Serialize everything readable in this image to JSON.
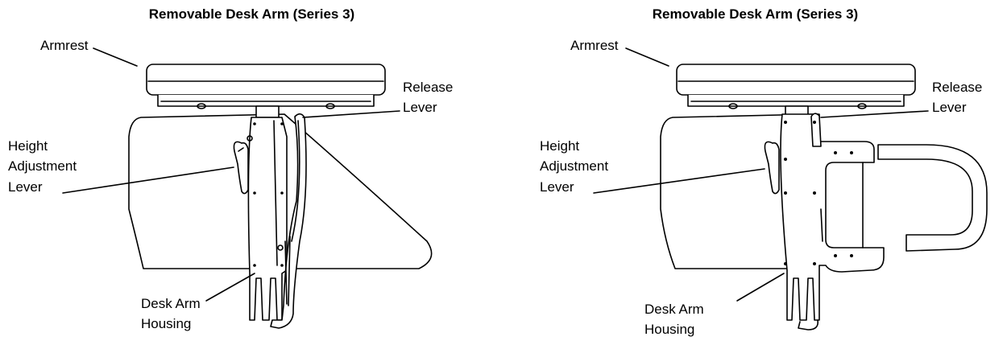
{
  "panels": [
    {
      "title": "Removable Desk Arm (Series 3)",
      "labels": {
        "armrest": "Armrest",
        "release_1": "Release",
        "release_2": "Lever",
        "height_1": "Height",
        "height_2": "Adjustment",
        "height_3": "Lever",
        "housing_1": "Desk Arm",
        "housing_2": "Housing"
      }
    },
    {
      "title": "Removable Desk Arm (Series 3)",
      "labels": {
        "armrest": "Armrest",
        "release_1": "Release",
        "release_2": "Lever",
        "height_1": "Height",
        "height_2": "Adjustment",
        "height_3": "Lever",
        "housing_1": "Desk Arm",
        "housing_2": "Housing"
      }
    }
  ]
}
